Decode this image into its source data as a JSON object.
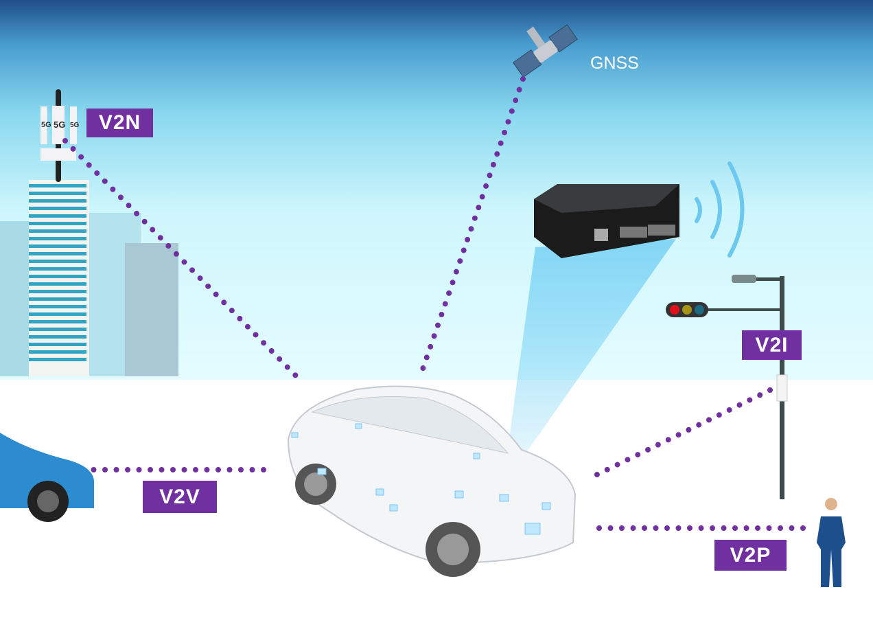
{
  "labels": {
    "v2n": "V2N",
    "v2v": "V2V",
    "v2i": "V2I",
    "v2p": "V2P",
    "gnss": "GNSS"
  },
  "tower": {
    "antenna_text": "5G"
  },
  "colors": {
    "label_bg": "#7030a0",
    "dots": "#7030a0",
    "sky_top": "#1f4e8a",
    "sky_mid": "#6ccbea",
    "sky_low": "#e0fbff",
    "signal": "#6cc8ef"
  }
}
